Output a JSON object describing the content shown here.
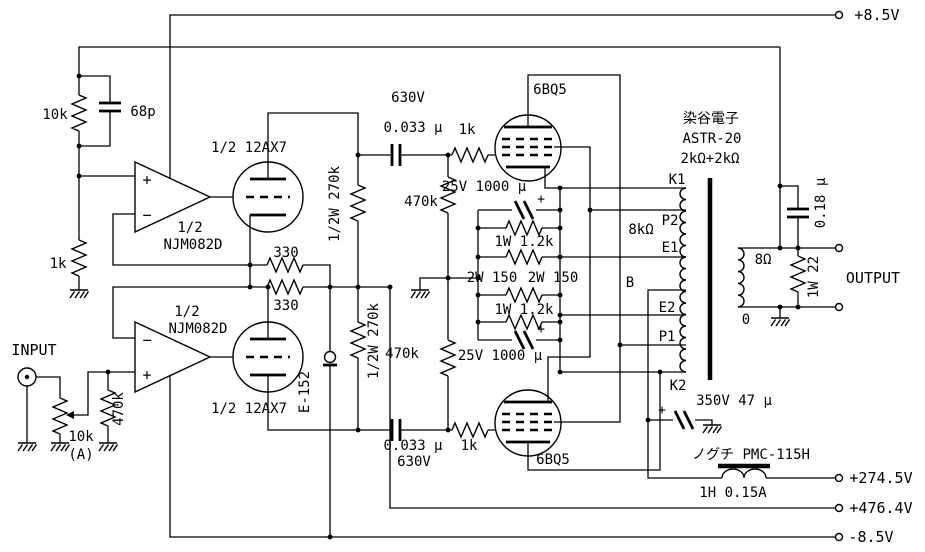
{
  "colors": {
    "background": "#ffffff",
    "line": "#000000"
  },
  "labels": {
    "power": {
      "p85": "+8.5V",
      "p274": "+274.5V",
      "p476": "+476.4V",
      "n85": "-8.5V"
    },
    "io": {
      "input": "INPUT",
      "output": "OUTPUT"
    },
    "input_section": {
      "pot_value": "10k",
      "pot_taper": "(A)",
      "grid_r": "470k"
    },
    "feedback": {
      "r_parallel": "10k",
      "c_parallel": "68p",
      "r_ground": "1k"
    },
    "opamp1": {
      "half": "1/2",
      "name": "NJM082D",
      "plus": "+",
      "minus": "−"
    },
    "opamp2": {
      "half": "1/2",
      "name": "NJM082D",
      "plus": "+",
      "minus": "−"
    },
    "triode1": {
      "name": "1/2 12AX7"
    },
    "triode2": {
      "name": "1/2 12AX7"
    },
    "driver": {
      "r330_top": "330",
      "r330_bottom": "330",
      "r270k_top": "1/2W 270k",
      "r270k_bottom": "1/2W 270k",
      "test_point": "E-152"
    },
    "coupling_top": {
      "voltage": "630V",
      "cap": "0.033 μ",
      "grid_stop": "1k",
      "grid_leak": "470k"
    },
    "coupling_bottom": {
      "cap": "0.033 μ",
      "voltage": "630V",
      "grid_stop": "1k",
      "grid_leak": "470k"
    },
    "pentode1": {
      "name": "6BQ5"
    },
    "pentode2": {
      "name": "6BQ5"
    },
    "bias": {
      "cap_top": "25V 1000 μ",
      "r12_top": "1W 1.2k",
      "r150_left": "2W 150",
      "r150_right": "2W 150",
      "r12_bottom": "1W 1.2k",
      "cap_bottom": "25V 1000 μ",
      "plus_top": "+",
      "plus_bottom": "+"
    },
    "transformer": {
      "brand": "染谷電子",
      "model": "ASTR-20",
      "spec": "2kΩ+2kΩ",
      "primary_z": "8kΩ",
      "k1": "K1",
      "p2": "P2",
      "e1": "E1",
      "b": "B",
      "e2": "E2",
      "p1": "P1",
      "k2": "K2",
      "sec_z": "8Ω",
      "sec_zero": "0"
    },
    "psu": {
      "cap": "350V 47 μ",
      "cap_plus": "+",
      "choke_name": "ノグチ PMC-115H",
      "choke_spec": "1H 0.15A"
    },
    "zobel": {
      "cap": "0.18 μ",
      "res": "1W 22"
    }
  }
}
